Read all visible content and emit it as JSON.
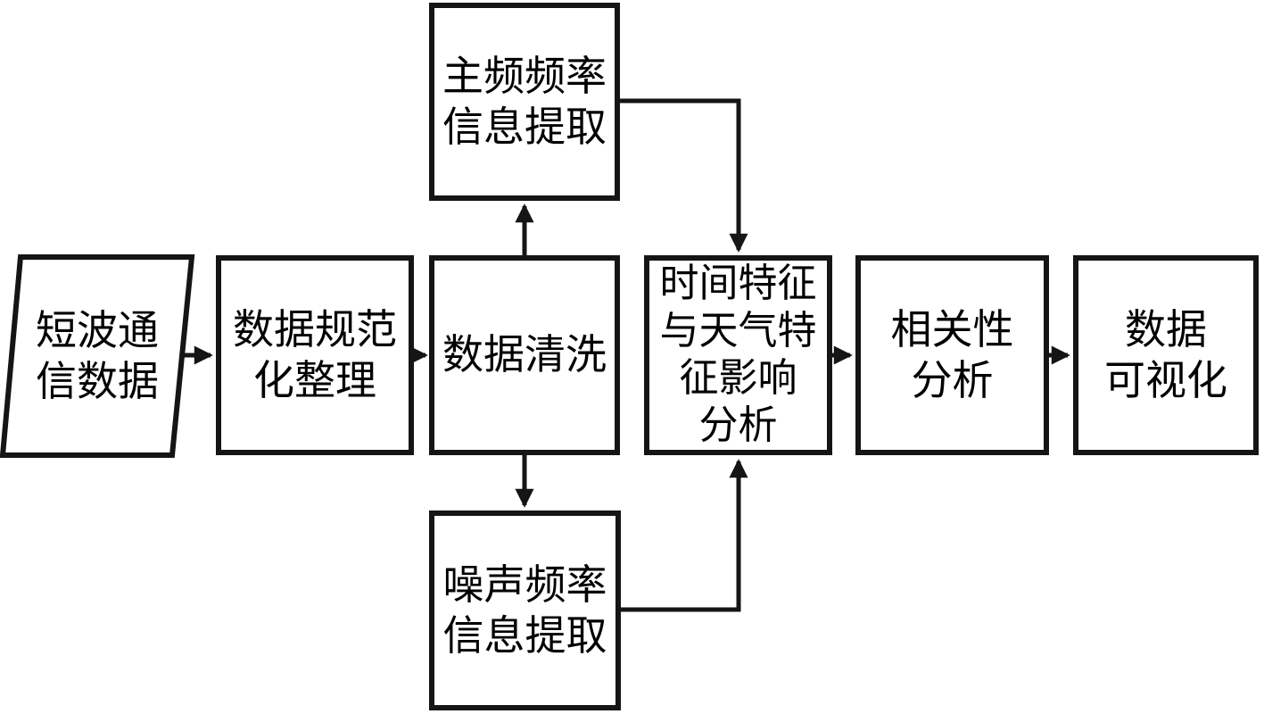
{
  "diagram": {
    "title": "shortwave-communication-data-analysis-flowchart",
    "background_color": "#ffffff",
    "line_color": "#151515",
    "text_color": "#000000",
    "nodes": {
      "source": {
        "label": "短波通\n信数据",
        "shape": "parallelogram"
      },
      "normalize": {
        "label": "数据规范\n化整理",
        "shape": "rect"
      },
      "clean": {
        "label": "数据清洗",
        "shape": "rect"
      },
      "main_freq": {
        "label": "主频频率\n信息提取",
        "shape": "rect"
      },
      "noise_freq": {
        "label": "噪声频率\n信息提取",
        "shape": "rect"
      },
      "time_weather": {
        "label": "时间特征\n与天气特\n征影响\n分析",
        "shape": "rect"
      },
      "correlation": {
        "label": "相关性\n分析",
        "shape": "rect"
      },
      "visualization": {
        "label": "数据\n可视化",
        "shape": "rect"
      }
    },
    "edges": [
      {
        "from": "短波通信数据",
        "to": "数据规范化整理"
      },
      {
        "from": "数据规范化整理",
        "to": "数据清洗"
      },
      {
        "from": "数据清洗",
        "to": "主频频率信息提取"
      },
      {
        "from": "数据清洗",
        "to": "噪声频率信息提取"
      },
      {
        "from": "主频频率信息提取",
        "to": "时间特征与天气特征影响分析"
      },
      {
        "from": "噪声频率信息提取",
        "to": "时间特征与天气特征影响分析"
      },
      {
        "from": "时间特征与天气特征影响分析",
        "to": "相关性分析"
      },
      {
        "from": "相关性分析",
        "to": "数据可视化"
      }
    ]
  }
}
